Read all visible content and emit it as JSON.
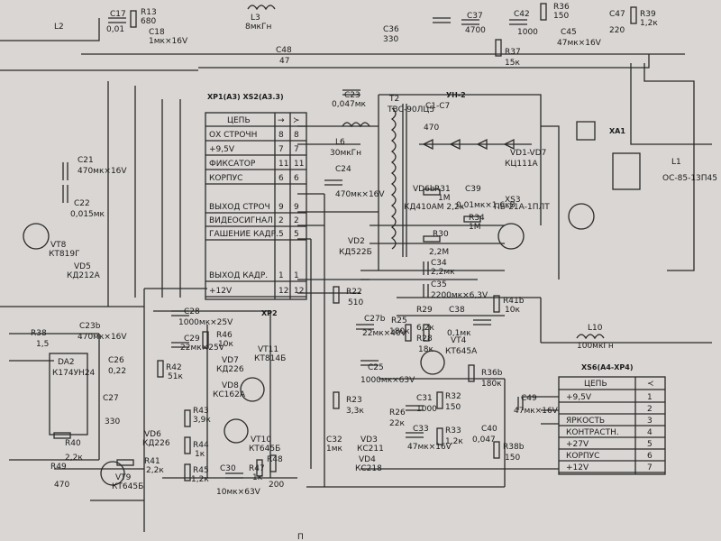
{
  "xp1_header": "ХР1(А3)  ХS2(А3.3)",
  "xp1": {
    "col_circuit": "ЦЕПЬ",
    "col_arrow_in": "→",
    "col_arrow_out": "≻",
    "rows": [
      {
        "name": "ОХ СТРОЧН",
        "a": "8",
        "b": "8"
      },
      {
        "name": "+9,5V",
        "a": "7",
        "b": "7"
      },
      {
        "name": "ФИКСАТОР",
        "a": "11",
        "b": "11"
      },
      {
        "name": "КОРПУС",
        "a": "6",
        "b": "6"
      },
      {
        "name": "ВЫХОД СТРОЧ",
        "a": "9",
        "b": "9"
      },
      {
        "name": "ВИДЕОСИГНАЛ",
        "a": "2",
        "b": "2"
      },
      {
        "name": "ГАШЕНИЕ КАДР.",
        "a": "5",
        "b": "5"
      },
      {
        "name": "ВЫХОД КАДР.",
        "a": "1",
        "b": "1"
      },
      {
        "name": "+12V",
        "a": "12",
        "b": "12"
      }
    ]
  },
  "xs6_header": "ХS6(А4-ХР4)",
  "xs6": {
    "col_circuit": "ЦЕПЬ",
    "col_arrow": "≺",
    "rows": [
      {
        "name": "+9,5V",
        "pin": "1"
      },
      {
        "name": "",
        "pin": "2"
      },
      {
        "name": "ЯРКОСТЬ",
        "pin": "3"
      },
      {
        "name": "КОНТРАСТН.",
        "pin": "4"
      },
      {
        "name": "+27V",
        "pin": "5"
      },
      {
        "name": "КОРПУС",
        "pin": "6"
      },
      {
        "name": "+12V",
        "pin": "7"
      }
    ]
  },
  "multiplier_label": "УН-2",
  "crt": {
    "title": "L1",
    "type": "ОС-85-13П45"
  },
  "components": [
    {
      "ref": "C17",
      "value": "0,01"
    },
    {
      "ref": "R13",
      "value": "680"
    },
    {
      "ref": "C18",
      "value": "1мк×16V"
    },
    {
      "ref": "L2",
      "value": ""
    },
    {
      "ref": "L3",
      "value": "8мкГн"
    },
    {
      "ref": "C36",
      "value": "330"
    },
    {
      "ref": "C37",
      "value": "4700"
    },
    {
      "ref": "C42",
      "value": "1000"
    },
    {
      "ref": "R36",
      "value": "150"
    },
    {
      "ref": "C48",
      "value": "47"
    },
    {
      "ref": "C47",
      "value": "220"
    },
    {
      "ref": "R39",
      "value": "1,2к"
    },
    {
      "ref": "C45",
      "value": "47мк×16V"
    },
    {
      "ref": "R37",
      "value": "15к"
    },
    {
      "ref": "C23",
      "value": "0,047мк"
    },
    {
      "ref": "L6",
      "value": "30мкГн"
    },
    {
      "ref": "C24",
      "value": "470мк×16V"
    },
    {
      "ref": "C21",
      "value": "470мк×16V"
    },
    {
      "ref": "C22",
      "value": "0,015мк"
    },
    {
      "ref": "VT8",
      "value": "КТ819Г"
    },
    {
      "ref": "VD5",
      "value": "КД212А"
    },
    {
      "ref": "C29",
      "value": "22мк×25V"
    },
    {
      "ref": "C28",
      "value": "1000мк×25V"
    },
    {
      "ref": "R46",
      "value": "10к"
    },
    {
      "ref": "R42",
      "value": "51к"
    },
    {
      "ref": "VD7",
      "value": "КД226"
    },
    {
      "ref": "VT11",
      "value": "КТ814Б"
    },
    {
      "ref": "VD8",
      "value": "КС162А"
    },
    {
      "ref": "VT9",
      "value": "КТ645Б"
    },
    {
      "ref": "VT10",
      "value": "КТ645Б"
    },
    {
      "ref": "R43",
      "value": "3,9к"
    },
    {
      "ref": "R44",
      "value": "1к"
    },
    {
      "ref": "R45",
      "value": "1,2к"
    },
    {
      "ref": "C30",
      "value": "10мк×63V"
    },
    {
      "ref": "R47",
      "value": "1к"
    },
    {
      "ref": "R48",
      "value": "200"
    },
    {
      "ref": "R40",
      "value": "2,2к"
    },
    {
      "ref": "R41",
      "value": "2,2к"
    },
    {
      "ref": "R49",
      "value": "470"
    },
    {
      "ref": "VD6",
      "value": "КД226"
    },
    {
      "ref": "R38",
      "value": "1,5"
    },
    {
      "ref": "C23b",
      "value": "470мк×16V"
    },
    {
      "ref": "C26",
      "value": "0,22"
    },
    {
      "ref": "C27",
      "value": "330"
    },
    {
      "ref": "DA2",
      "value": "К174УН24"
    },
    {
      "ref": "R31",
      "value": "1М"
    },
    {
      "ref": "C39",
      "value": "0,01мк×1,6кВ"
    },
    {
      "ref": "VD6b",
      "value": "КД410АМ 2,2к"
    },
    {
      "ref": "R34",
      "value": "1М"
    },
    {
      "ref": "R30",
      "value": "2,2М"
    },
    {
      "ref": "VD2",
      "value": "КД522Б"
    },
    {
      "ref": "C34",
      "value": "2,2мк"
    },
    {
      "ref": "C35",
      "value": "2200мк×6,3V"
    },
    {
      "ref": "R22",
      "value": "510"
    },
    {
      "ref": "R41b",
      "value": "10к"
    },
    {
      "ref": "R29",
      "value": "6,2к"
    },
    {
      "ref": "C38",
      "value": "0,1мк"
    },
    {
      "ref": "C27b",
      "value": "22мк×40V"
    },
    {
      "ref": "R25",
      "value": "180к"
    },
    {
      "ref": "R28",
      "value": "18к"
    },
    {
      "ref": "VT4",
      "value": "КТ645А"
    },
    {
      "ref": "C25",
      "value": "1000мк×63V"
    },
    {
      "ref": "R36b",
      "value": "180к"
    },
    {
      "ref": "R23",
      "value": "3,3к"
    },
    {
      "ref": "C31",
      "value": "1000"
    },
    {
      "ref": "R32",
      "value": "150"
    },
    {
      "ref": "R26",
      "value": "22к"
    },
    {
      "ref": "C33",
      "value": "47мк×16V"
    },
    {
      "ref": "R33",
      "value": "1,2к"
    },
    {
      "ref": "C40",
      "value": "0,047"
    },
    {
      "ref": "R38b",
      "value": "150"
    },
    {
      "ref": "C49",
      "value": "47мк×16V"
    },
    {
      "ref": "C32",
      "value": "1мк"
    },
    {
      "ref": "VD3",
      "value": "КС211"
    },
    {
      "ref": "VD4",
      "value": "КС218"
    },
    {
      "ref": "L10",
      "value": "100мкГн"
    },
    {
      "ref": "XS3",
      "value": "ПБ-21А-1ПЛТ"
    },
    {
      "ref": "XP2",
      "value": ""
    },
    {
      "ref": "XA1",
      "value": ""
    },
    {
      "ref": "C1-C7",
      "value": "470"
    },
    {
      "ref": "VD1-VD7",
      "value": "КЦ111А"
    },
    {
      "ref": "T2",
      "value": "ТВС-90ЛЦ5"
    }
  ],
  "footer_text": "П"
}
